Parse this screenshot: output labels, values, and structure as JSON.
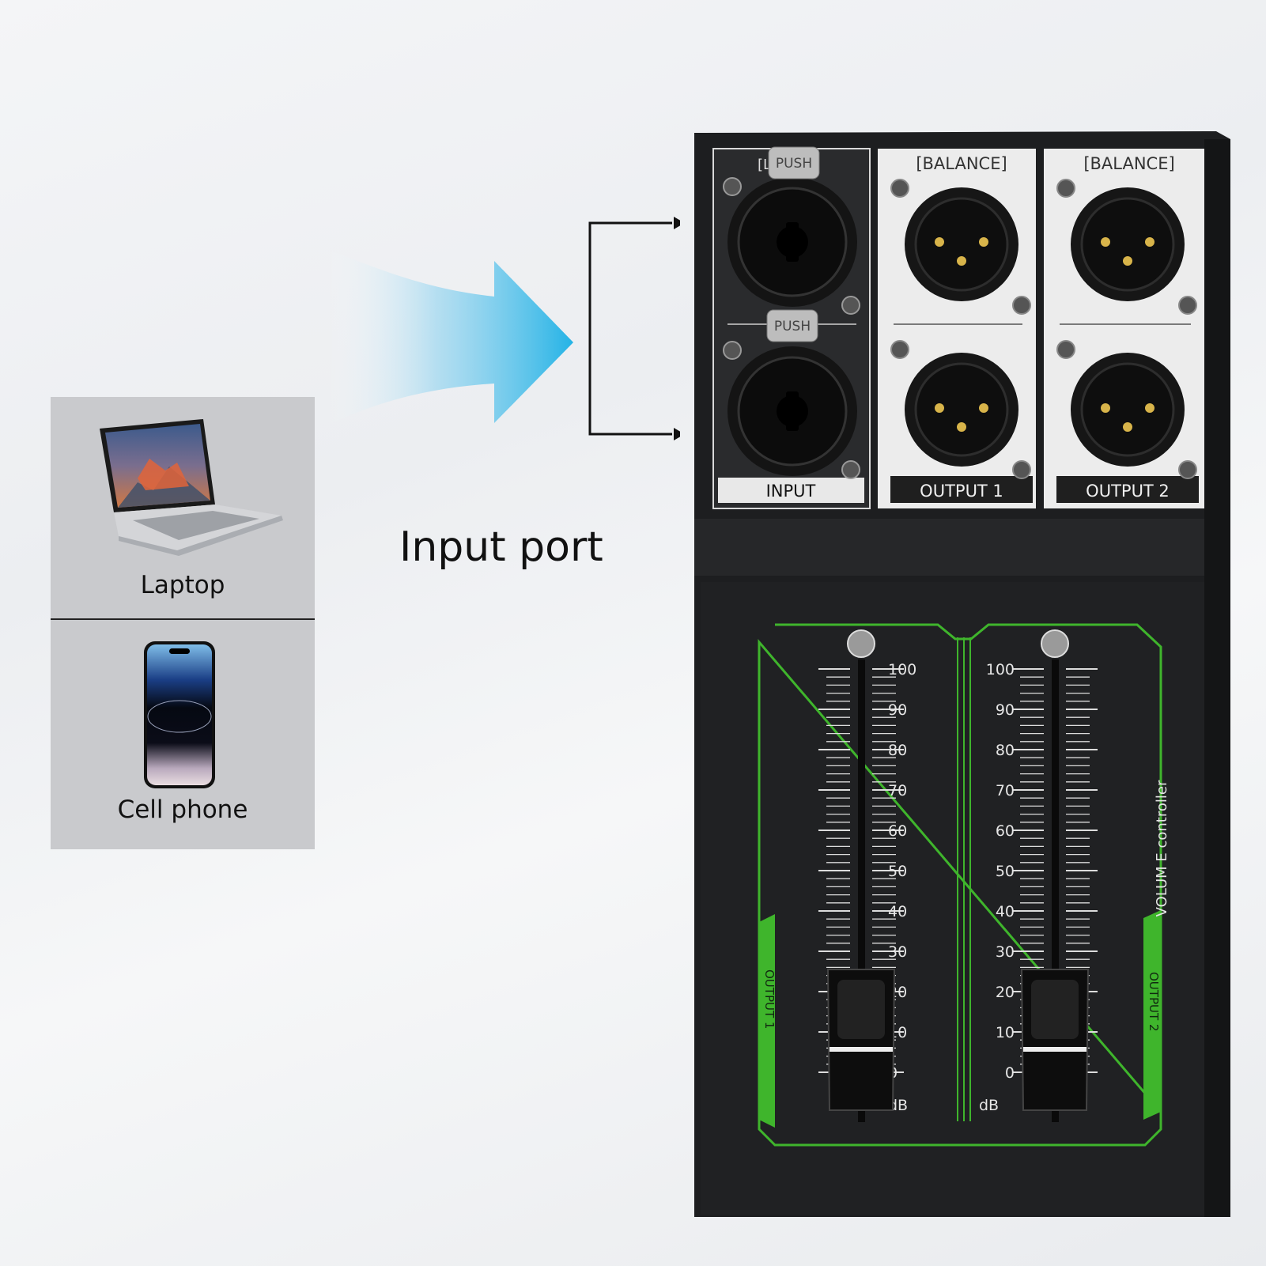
{
  "caption": "Input port",
  "devices": [
    {
      "label": "Laptop",
      "icon": "laptop-icon"
    },
    {
      "label": "Cell phone",
      "icon": "cell-phone-icon"
    }
  ],
  "panel": {
    "input_label": "INPUT",
    "output1_label": "OUTPUT 1",
    "output2_label": "OUTPUT 2",
    "balance_label": "[BALANCE]",
    "push_label": "PUSH",
    "input_header": "[L  C]"
  },
  "faders": {
    "scale": [
      "100",
      "90",
      "80",
      "70",
      "60",
      "50",
      "40",
      "30",
      "20",
      "10",
      "0"
    ],
    "unit": "dB",
    "side_labels": [
      "OUTPUT 1",
      "OUTPUT 2"
    ],
    "brand": "VOLUM E controller",
    "levels": [
      0.2,
      0.2
    ]
  },
  "colors": {
    "accent_green": "#3fb52c",
    "arrow_blue": "#27b7e6",
    "body": "#1e1f21"
  }
}
